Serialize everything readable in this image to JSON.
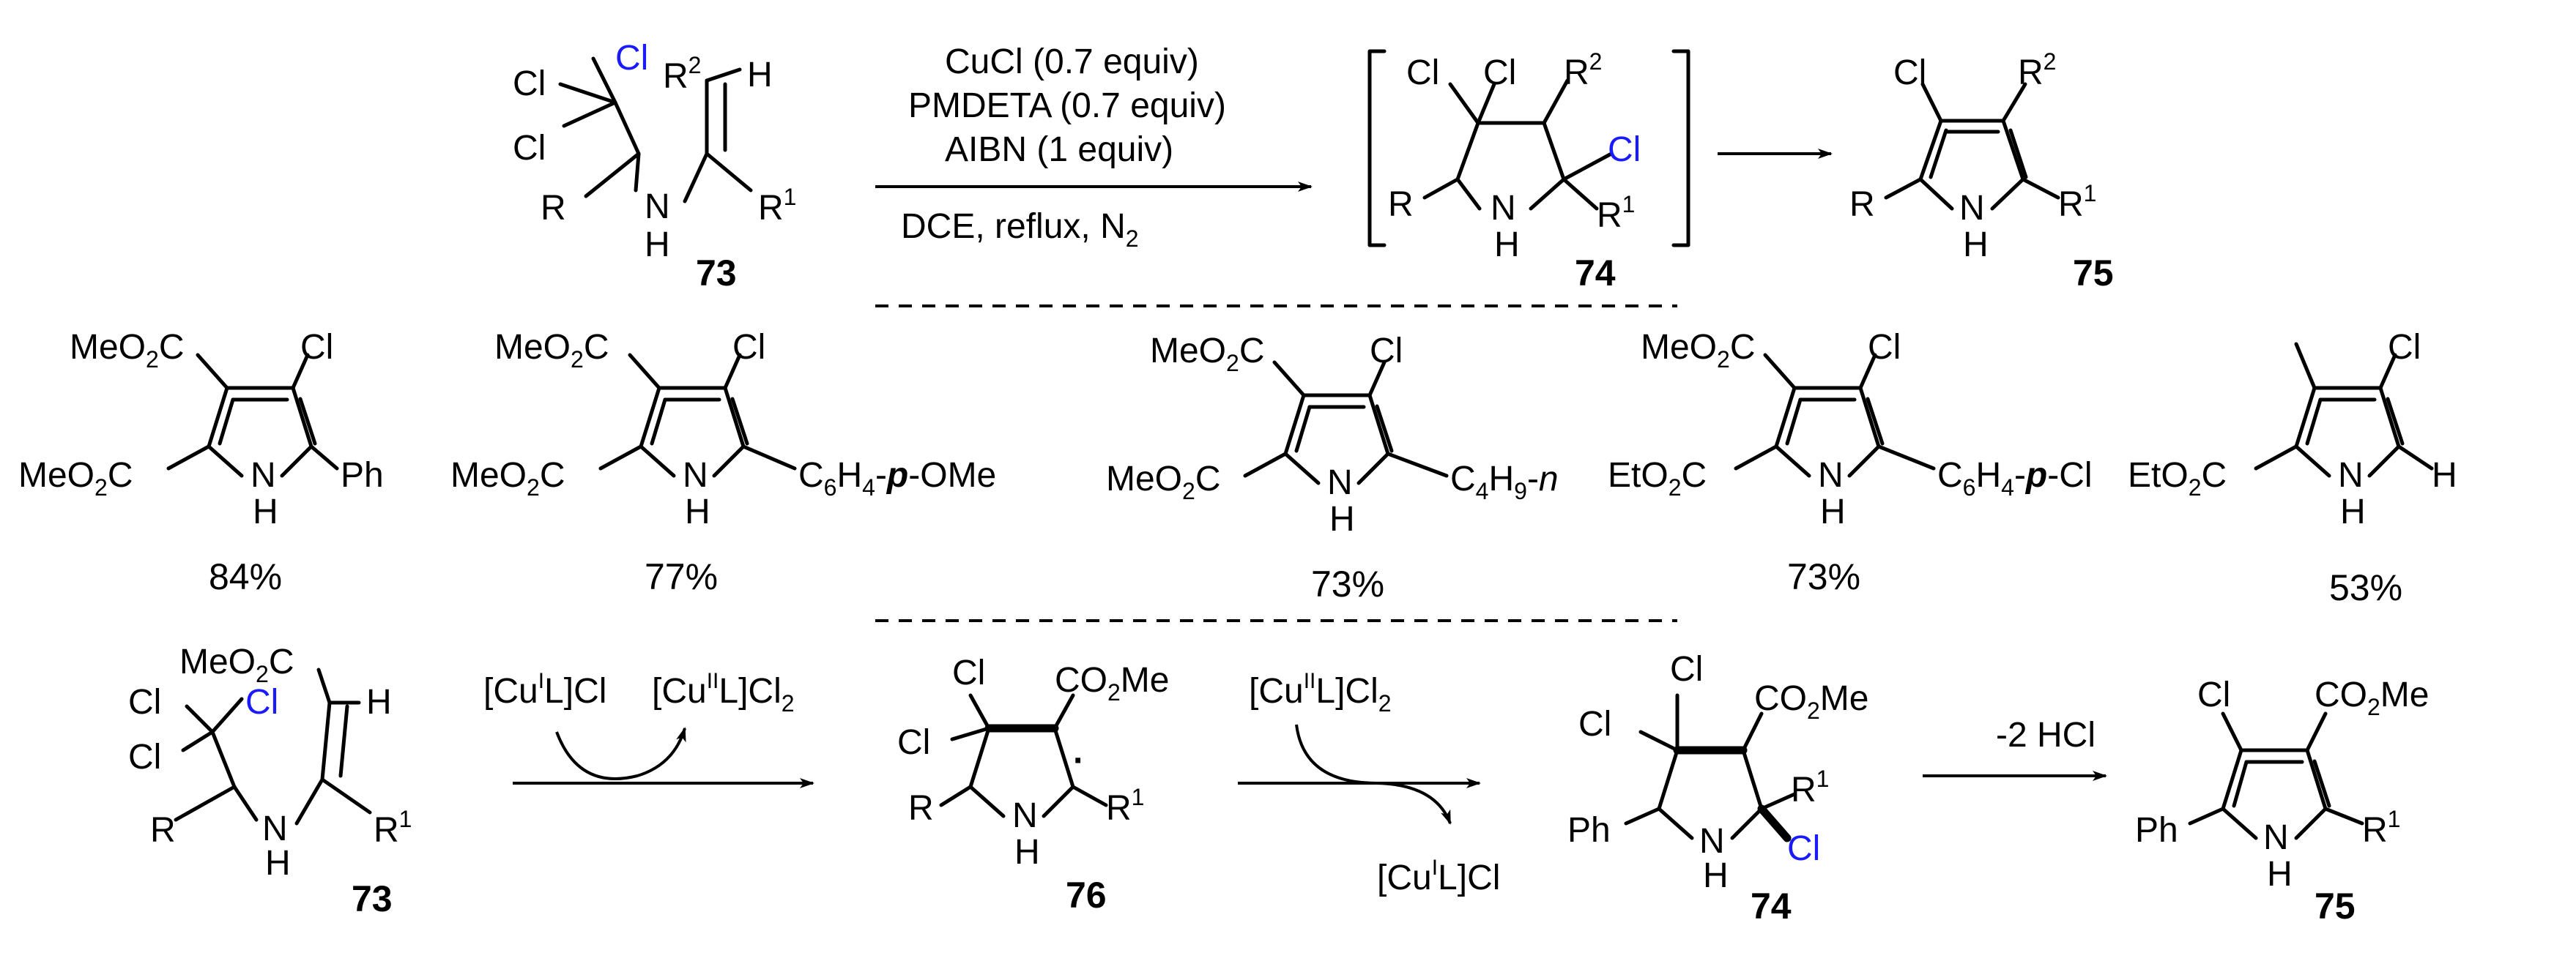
{
  "top": {
    "reactant_73": {
      "cl1": "Cl",
      "cl2": "Cl",
      "cl3": "Cl",
      "r2": "R",
      "r2sup": "2",
      "h": "H",
      "r": "R",
      "nh_n": "N",
      "nh_h": "H",
      "r1": "R",
      "r1sup": "1",
      "label": "73"
    },
    "conditions": {
      "line1": "CuCl (0.7 equiv)",
      "line2": "PMDETA (0.7 equiv)",
      "line3": "AIBN (1 equiv)",
      "line4": "DCE, reflux, N",
      "line4sub": "2"
    },
    "intermediate_74": {
      "cl1": "Cl",
      "cl2": "Cl",
      "cl3": "Cl",
      "r2": "R",
      "r2sup": "2",
      "r": "R",
      "n": "N",
      "h": "H",
      "r1": "R",
      "r1sup": "1",
      "label": "74"
    },
    "product_75": {
      "cl": "Cl",
      "r2": "R",
      "r2sup": "2",
      "r": "R",
      "n": "N",
      "h": "H",
      "r1": "R",
      "r1sup": "1",
      "label": "75"
    }
  },
  "examples": [
    {
      "sub_top": "MeO",
      "sub_top_2": "2",
      "sub_top_c": "C",
      "cl": "Cl",
      "sub_left": "MeO",
      "sub_left_2": "2",
      "sub_left_c": "C",
      "right": "Ph",
      "n": "N",
      "h": "H",
      "yield": "84%"
    },
    {
      "sub_top": "MeO",
      "sub_top_2": "2",
      "sub_top_c": "C",
      "cl": "Cl",
      "sub_left": "MeO",
      "sub_left_2": "2",
      "sub_left_c": "C",
      "right_a": "C",
      "right_6": "6",
      "right_h": "H",
      "right_4": "4",
      "right_p": "p",
      "right_rest": "-OMe",
      "n": "N",
      "h": "H",
      "yield": "77%"
    },
    {
      "sub_top": "MeO",
      "sub_top_2": "2",
      "sub_top_c": "C",
      "cl": "Cl",
      "sub_left": "MeO",
      "sub_left_2": "2",
      "sub_left_c": "C",
      "right_a": "C",
      "right_4": "4",
      "right_h": "H",
      "right_9": "9",
      "right_n": "n",
      "n": "N",
      "h": "H",
      "yield": "73%"
    },
    {
      "sub_top": "MeO",
      "sub_top_2": "2",
      "sub_top_c": "C",
      "cl": "Cl",
      "sub_left": "EtO",
      "sub_left_2": "2",
      "sub_left_c": "C",
      "right_a": "C",
      "right_6": "6",
      "right_h": "H",
      "right_4": "4",
      "right_p": "p",
      "right_rest": "-Cl",
      "n": "N",
      "h": "H",
      "yield": "73%"
    },
    {
      "cl": "Cl",
      "sub_left": "EtO",
      "sub_left_2": "2",
      "sub_left_c": "C",
      "right": "H",
      "n": "N",
      "h": "H",
      "yield": "53%"
    }
  ],
  "mechanism": {
    "reactant_73": {
      "meo": "MeO",
      "meo2": "2",
      "meoc": "C",
      "h": "H",
      "cl1": "Cl",
      "cl2": "Cl",
      "cl3": "Cl",
      "r": "R",
      "n": "N",
      "nh": "H",
      "r1": "R",
      "r1sup": "1",
      "label": "73"
    },
    "reagent1_a": "[Cu",
    "reagent1_a_sup": "I",
    "reagent1_a_rest": "L]Cl",
    "reagent1_b": "[Cu",
    "reagent1_b_sup": "II",
    "reagent1_b_rest": "L]Cl",
    "reagent1_b_sub": "2",
    "radical_76": {
      "cl1": "Cl",
      "cl2": "Cl",
      "co2me": "CO",
      "co2me_2": "2",
      "co2me_me": "Me",
      "r": "R",
      "n": "N",
      "h": "H",
      "r1": "R",
      "r1sup": "1",
      "dot": "·",
      "label": "76"
    },
    "reagent2_a": "[Cu",
    "reagent2_a_sup": "II",
    "reagent2_a_rest": "L]Cl",
    "reagent2_a_sub": "2",
    "reagent2_b": "[Cu",
    "reagent2_b_sup": "I",
    "reagent2_b_rest": "L]Cl",
    "intermediate_74": {
      "cl1": "Cl",
      "cl2": "Cl",
      "co2me": "CO",
      "co2me_2": "2",
      "co2me_me": "Me",
      "ph": "Ph",
      "n": "N",
      "h": "H",
      "r1": "R",
      "r1sup": "1",
      "cl3": "Cl",
      "label": "74"
    },
    "step3": "-2 HCl",
    "product_75": {
      "cl": "Cl",
      "co2me": "CO",
      "co2me_2": "2",
      "co2me_me": "Me",
      "ph": "Ph",
      "n": "N",
      "h": "H",
      "r1": "R",
      "r1sup": "1",
      "label": "75"
    }
  },
  "colors": {
    "highlight_cl": "#1a1aff",
    "ink": "#000000"
  }
}
